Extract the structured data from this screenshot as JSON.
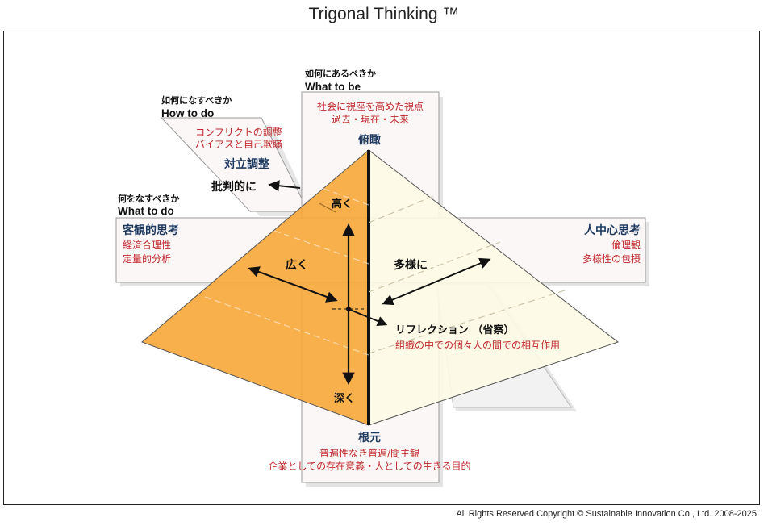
{
  "title": "Trigonal Thinking ™",
  "copyright": "All Rights Reserved  Copyright © Sustainable Innovation Co., Ltd. 2008-2025",
  "planes": {
    "what_to_be": {
      "question": "如何にあるべきか",
      "english": "What to be",
      "line1": "社会に視座を高めた視点",
      "line2": "過去・現在・未来"
    },
    "how_to_do": {
      "question": "如何になすべきか",
      "english": "How to do",
      "line1": "コンフリクトの調整",
      "line2": "バイアスと自己欺瞞",
      "heading": "対立調整",
      "action": "批判的に"
    },
    "what_to_do": {
      "question": "何をなすべきか",
      "english": "What to do"
    },
    "left_panel": {
      "heading": "客観的思考",
      "line1": "経済合理性",
      "line2": "定量的分析"
    },
    "right_panel": {
      "heading": "人中心思考",
      "line1": "倫理観",
      "line2": "多様性の包摂"
    },
    "bottom": {
      "heading": "根元",
      "line1": "普遍性なき普遍/間主観",
      "line2": "企業としての存在意義・人としての生きる目的"
    }
  },
  "pyramid": {
    "apex_label": "俯瞰",
    "up_label": "高く",
    "down_label": "深く",
    "left_label": "広く",
    "right_label": "多様に",
    "reflection": "リフレクション （省察）",
    "reflection_sub": "組織の中での個々人の間での相互作用"
  },
  "colors": {
    "orange": "#F7A93E",
    "cream": "#FDFBE4",
    "heading_blue": "#1F3A5F",
    "red_text": "#C0282D",
    "panel_fill": "#FBF7F7",
    "shadow": "#E5E5E5"
  }
}
